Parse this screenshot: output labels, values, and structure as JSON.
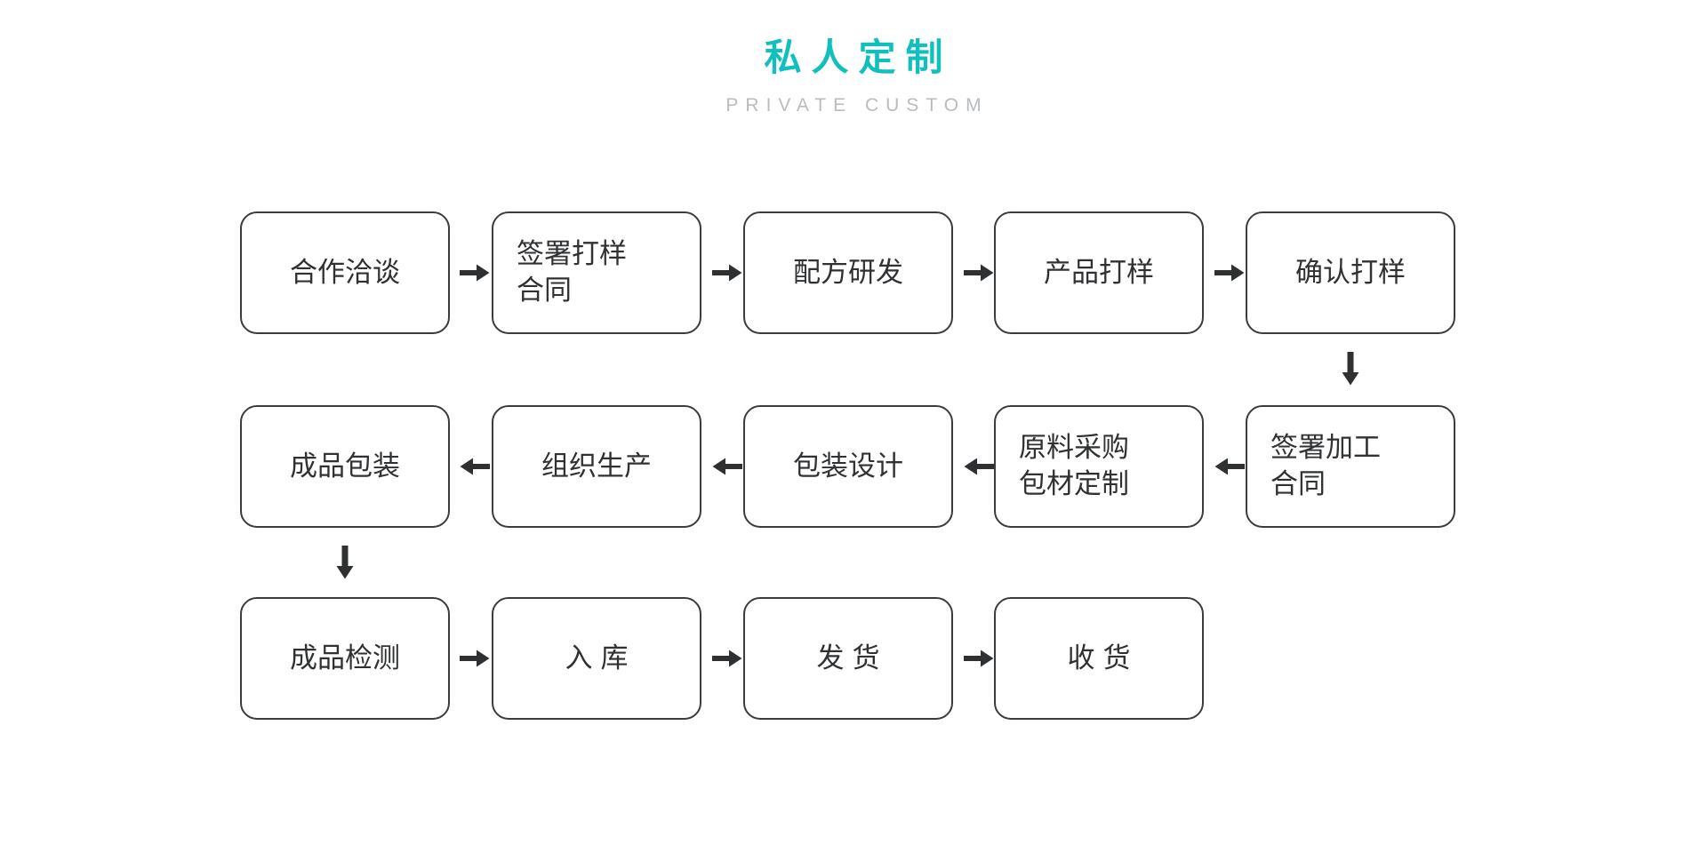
{
  "header": {
    "title": "私人定制",
    "subtitle": "PRIVATE CUSTOM",
    "title_color": "#11bfbd",
    "subtitle_color": "#b9bcbe"
  },
  "theme": {
    "background": "#ffffff",
    "node_border_color": "#3a3c3d",
    "node_fill": "#ffffff",
    "node_text_color": "#2f3133",
    "arrow_color": "#2e3032"
  },
  "flow": {
    "rows": [
      {
        "name": "row-1",
        "direction": "left-to-right",
        "nodes": [
          {
            "id": "n1",
            "label": "合作洽谈"
          },
          {
            "id": "n2",
            "label": "签署打样\n合同"
          },
          {
            "id": "n3",
            "label": "配方研发"
          },
          {
            "id": "n4",
            "label": "产品打样"
          },
          {
            "id": "n5",
            "label": "确认打样"
          }
        ]
      },
      {
        "name": "row-2",
        "direction": "right-to-left",
        "nodes": [
          {
            "id": "n6",
            "label": "成品包装"
          },
          {
            "id": "n7",
            "label": "组织生产"
          },
          {
            "id": "n8",
            "label": "包装设计"
          },
          {
            "id": "n9",
            "label": "原料采购\n包材定制"
          },
          {
            "id": "n10",
            "label": "签署加工\n合同"
          }
        ]
      },
      {
        "name": "row-3",
        "direction": "left-to-right",
        "nodes": [
          {
            "id": "n11",
            "label": "成品检测"
          },
          {
            "id": "n12",
            "label": "入库"
          },
          {
            "id": "n13",
            "label": "发货"
          },
          {
            "id": "n14",
            "label": "收货"
          }
        ]
      }
    ],
    "connector_count": 13,
    "step_order": [
      "合作洽谈",
      "签署打样合同",
      "配方研发",
      "产品打样",
      "确认打样",
      "签署加工合同",
      "原料采购包材定制",
      "包装设计",
      "组织生产",
      "成品包装",
      "成品检测",
      "入库",
      "发货",
      "收货"
    ]
  }
}
